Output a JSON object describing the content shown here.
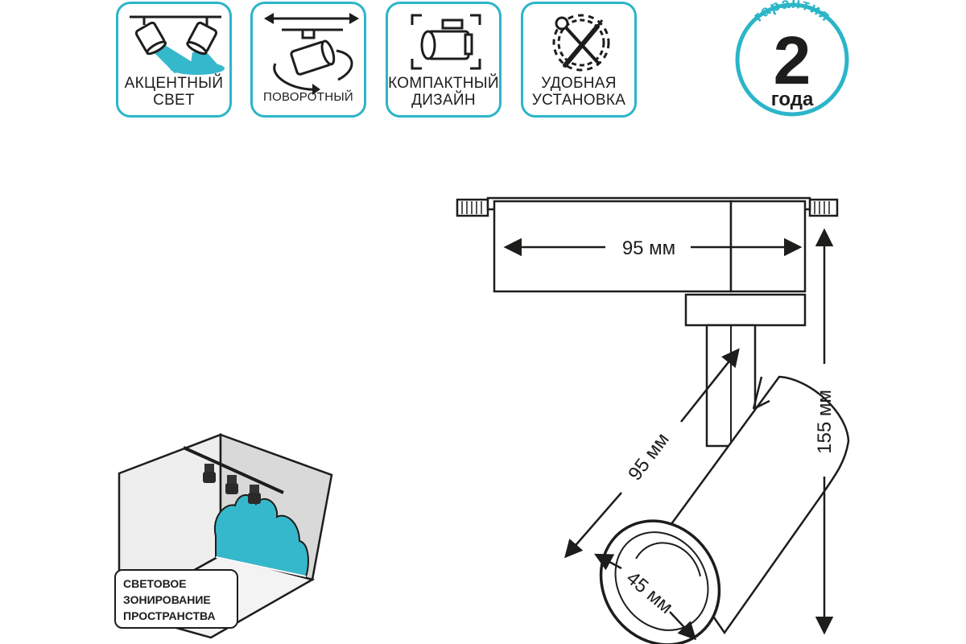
{
  "features": [
    {
      "id": "accent",
      "label": "АКЦЕНТНЫЙ\nСВЕТ",
      "icon": "accent-light-icon"
    },
    {
      "id": "rotary",
      "label": "ПОВОРОТНЫЙ",
      "icon": "rotating-lamp-icon"
    },
    {
      "id": "compact",
      "label": "КОМПАКТНЫЙ\nДИЗАЙН",
      "icon": "compact-design-icon"
    },
    {
      "id": "install",
      "label": "УДОБНАЯ\nУСТАНОВКА",
      "icon": "tools-gear-icon"
    }
  ],
  "warranty": {
    "caption_top": "гарантия",
    "number": "2",
    "caption_bottom": "года"
  },
  "dimensions": {
    "width_label": "95 мм",
    "length_label": "95 мм",
    "height_label": "155 мм",
    "diameter_label": "45 мм"
  },
  "zoning": {
    "label": "СВЕТОВОЕ\nЗОНИРОВАНИЕ\nПРОСТРАНСТВА"
  },
  "colors": {
    "accent": "#2bb5c8",
    "outline": "#1d1d1b",
    "light_beam": "#36b8cc",
    "wall_grey": "#dadada"
  }
}
